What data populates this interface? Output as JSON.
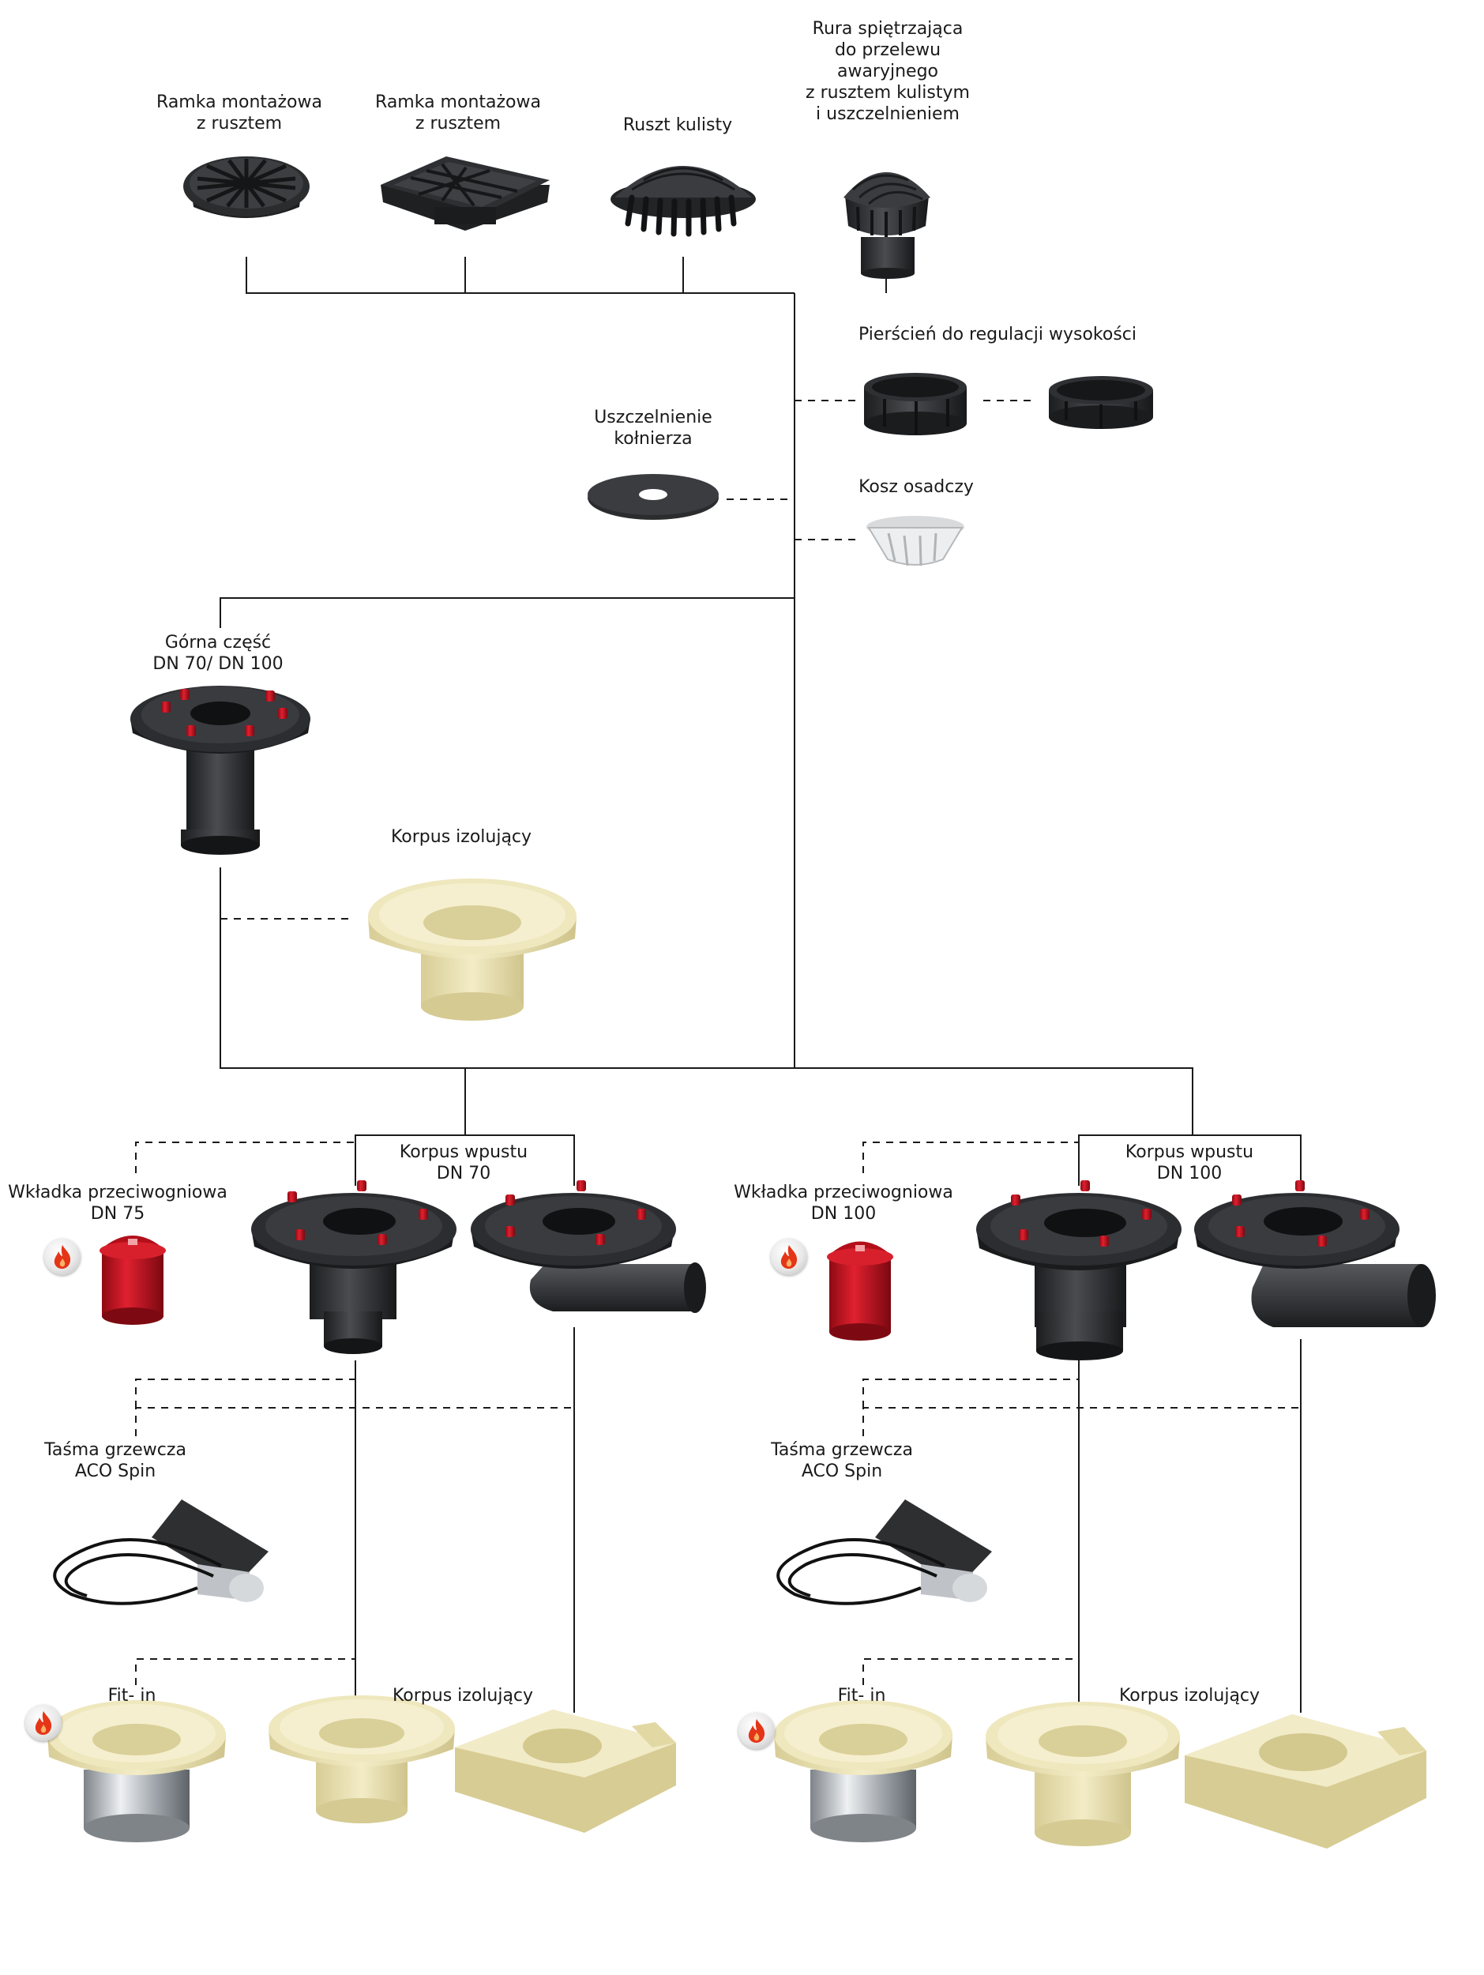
{
  "labels": {
    "ramka_okragla": [
      "Ramka montażowa",
      "z rusztem"
    ],
    "ramka_kwadratowa": [
      "Ramka montażowa",
      "z rusztem"
    ],
    "ruszt_kulisty": [
      "Ruszt kulisty"
    ],
    "rura_spietrzajaca": [
      "Rura spiętrzająca",
      "do przelewu",
      "awaryjnego",
      "z rusztem kulistym",
      "i uszczelnieniem"
    ],
    "pierscien": [
      "Pierścień do regulacji wysokości"
    ],
    "uszczelnienie": [
      "Uszczelnienie",
      "kołnierza"
    ],
    "kosz": [
      "Kosz osadczy"
    ],
    "gorna_czesc": [
      "Górna część",
      "DN 70/ DN 100"
    ],
    "korpus_izolujacy_top": [
      "Korpus izolujący"
    ],
    "korpus_wpustu_dn70": [
      "Korpus wpustu",
      "DN 70"
    ],
    "wkladka_dn75": [
      "Wkładka przeciwogniowa",
      "DN 75"
    ],
    "tasma_left": [
      "Taśma grzewcza",
      "ACO Spin"
    ],
    "fitin_left": [
      "Fit- in"
    ],
    "korpus_izol_left": [
      "Korpus izolujący"
    ],
    "korpus_wpustu_dn100": [
      "Korpus wpustu",
      "DN 100"
    ],
    "wkladka_dn100": [
      "Wkładka przeciwogniowa",
      "DN 100"
    ],
    "tasma_right": [
      "Taśma grzewcza",
      "ACO Spin"
    ],
    "fitin_right": [
      "Fit- in"
    ],
    "korpus_izol_right": [
      "Korpus izolujący"
    ]
  },
  "icons": {
    "fire": "fire-protection-icon"
  },
  "colors": {
    "line": "#1a1a1a",
    "part_black": "#2b2c2e",
    "part_red": "#c8101c",
    "insulation": "#e9e0b0",
    "steel": "#c9ccd0",
    "fire_red": "#e53517"
  }
}
